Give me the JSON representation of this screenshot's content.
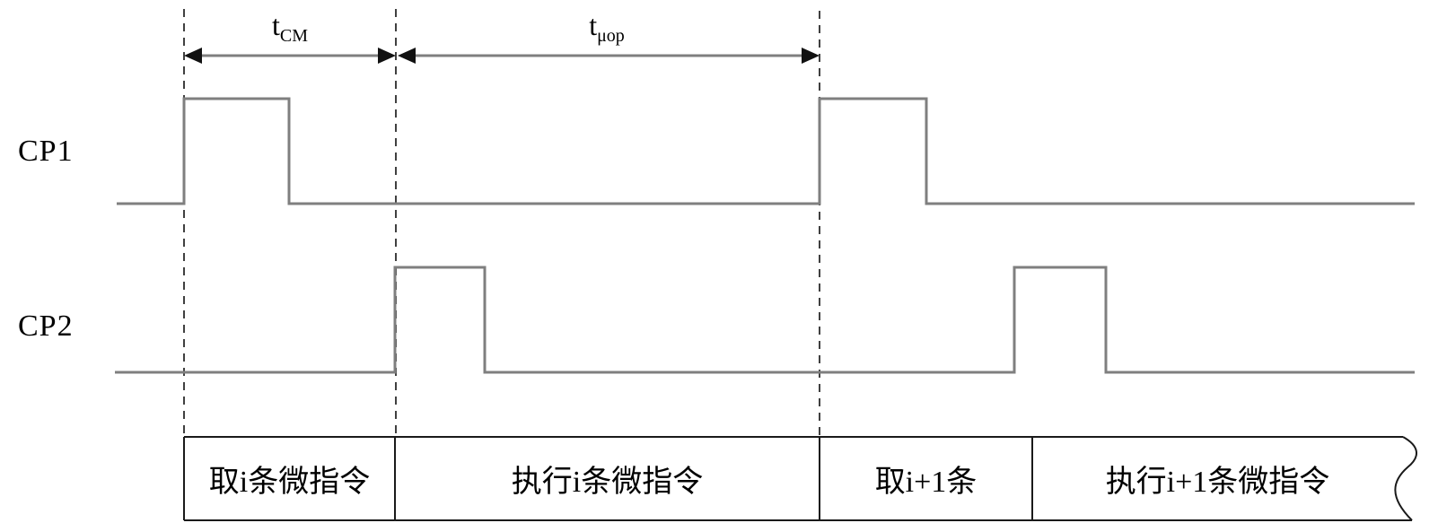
{
  "diagram": {
    "kind": "microinstruction-timing-diagram",
    "description_visible_text_only": true
  },
  "signals": [
    {
      "name": "CP1"
    },
    {
      "name": "CP2"
    }
  ],
  "annotations": {
    "tcm": {
      "base": "t",
      "sub": "CM"
    },
    "tuop": {
      "base": "t",
      "sub": "μop"
    }
  },
  "table": {
    "cells": [
      {
        "label": "取i条微指令"
      },
      {
        "label": "执行i条微指令"
      },
      {
        "label": "取i+1条"
      },
      {
        "label": "执行i+1条微指令"
      }
    ]
  },
  "colors": {
    "signal_line": "#7f7f7f",
    "dashed_marker": "#404040",
    "arrow_line": "#7f7f7f",
    "arrowhead": "#111111",
    "table_border": "#1a1a1a",
    "text": "#000000",
    "background": "#ffffff"
  }
}
